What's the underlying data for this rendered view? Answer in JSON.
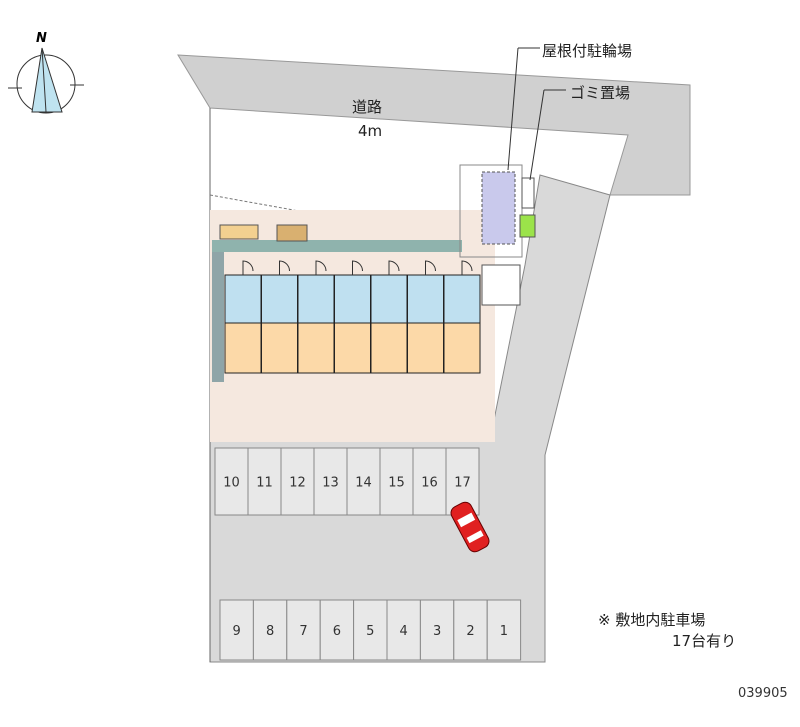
{
  "compass": {
    "north_label": "N"
  },
  "road": {
    "name": "道路",
    "width": "4m"
  },
  "labels": {
    "bicycle_parking": "屋根付駐輪場",
    "garbage": "ゴミ置場"
  },
  "parking": {
    "top_row": [
      "10",
      "11",
      "12",
      "13",
      "14",
      "15",
      "16",
      "17"
    ],
    "bottom_row": [
      "9",
      "8",
      "7",
      "6",
      "5",
      "4",
      "3",
      "2",
      "1"
    ]
  },
  "note": {
    "line1": "※ 敷地内駐車場",
    "line2": "17台有り"
  },
  "property_id": "039905",
  "colors": {
    "road": "#d0d0d0",
    "lot": "#d9d9d9",
    "unit_wet": "#bfe0f0",
    "unit_room": "#fcd9a8",
    "fence": "#8fb3ad",
    "car": "#e02020",
    "garbage": "#9be34a",
    "bike": "#c9c9ec"
  }
}
